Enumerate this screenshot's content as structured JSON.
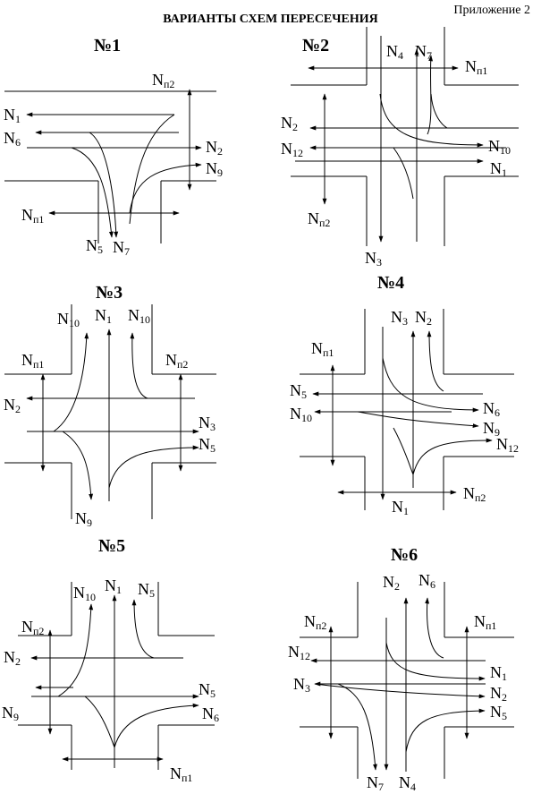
{
  "appendix_label": "Приложение 2",
  "title": "ВАРИАНТЫ СХЕМ ПЕРЕСЕЧЕНИЯ",
  "schemes": [
    {
      "number": "№1",
      "labels": [
        [
          "N",
          "п2"
        ],
        [
          "N",
          "1"
        ],
        [
          "N",
          "6"
        ],
        [
          "N",
          "2"
        ],
        [
          "N",
          "9"
        ],
        [
          "N",
          "п1"
        ],
        [
          "N",
          "5"
        ],
        [
          "N",
          "7"
        ]
      ]
    },
    {
      "number": "№2",
      "labels": [
        [
          "N",
          "4"
        ],
        [
          "N",
          "7"
        ],
        [
          "N",
          "п1"
        ],
        [
          "N",
          "2"
        ],
        [
          "N",
          "12"
        ],
        [
          "N",
          "10"
        ],
        [
          "N",
          "1"
        ],
        [
          "N",
          "п2"
        ],
        [
          "N",
          "3"
        ]
      ]
    },
    {
      "number": "№3",
      "labels": [
        [
          "N",
          "10"
        ],
        [
          "N",
          "1"
        ],
        [
          "N",
          "10"
        ],
        [
          "N",
          "п1"
        ],
        [
          "N",
          "п2"
        ],
        [
          "N",
          "2"
        ],
        [
          "N",
          "3"
        ],
        [
          "N",
          "5"
        ],
        [
          "N",
          "9"
        ]
      ]
    },
    {
      "number": "№4",
      "labels": [
        [
          "N",
          "3"
        ],
        [
          "N",
          "2"
        ],
        [
          "N",
          "п1"
        ],
        [
          "N",
          "5"
        ],
        [
          "N",
          "6"
        ],
        [
          "N",
          "10"
        ],
        [
          "N",
          "9"
        ],
        [
          "N",
          "12"
        ],
        [
          "N",
          "п2"
        ],
        [
          "N",
          "1"
        ]
      ]
    },
    {
      "number": "№5",
      "labels": [
        [
          "N",
          "10"
        ],
        [
          "N",
          "1"
        ],
        [
          "N",
          "5"
        ],
        [
          "N",
          "п2"
        ],
        [
          "N",
          "2"
        ],
        [
          "N",
          "5"
        ],
        [
          "N",
          "9"
        ],
        [
          "N",
          "6"
        ],
        [
          "N",
          "п1"
        ]
      ]
    },
    {
      "number": "№6",
      "labels": [
        [
          "N",
          "2"
        ],
        [
          "N",
          "6"
        ],
        [
          "N",
          "п2"
        ],
        [
          "N",
          "п1"
        ],
        [
          "N",
          "12"
        ],
        [
          "N",
          "1"
        ],
        [
          "N",
          "3"
        ],
        [
          "N",
          "2"
        ],
        [
          "N",
          "5"
        ],
        [
          "N",
          "7"
        ],
        [
          "N",
          "4"
        ]
      ]
    }
  ]
}
